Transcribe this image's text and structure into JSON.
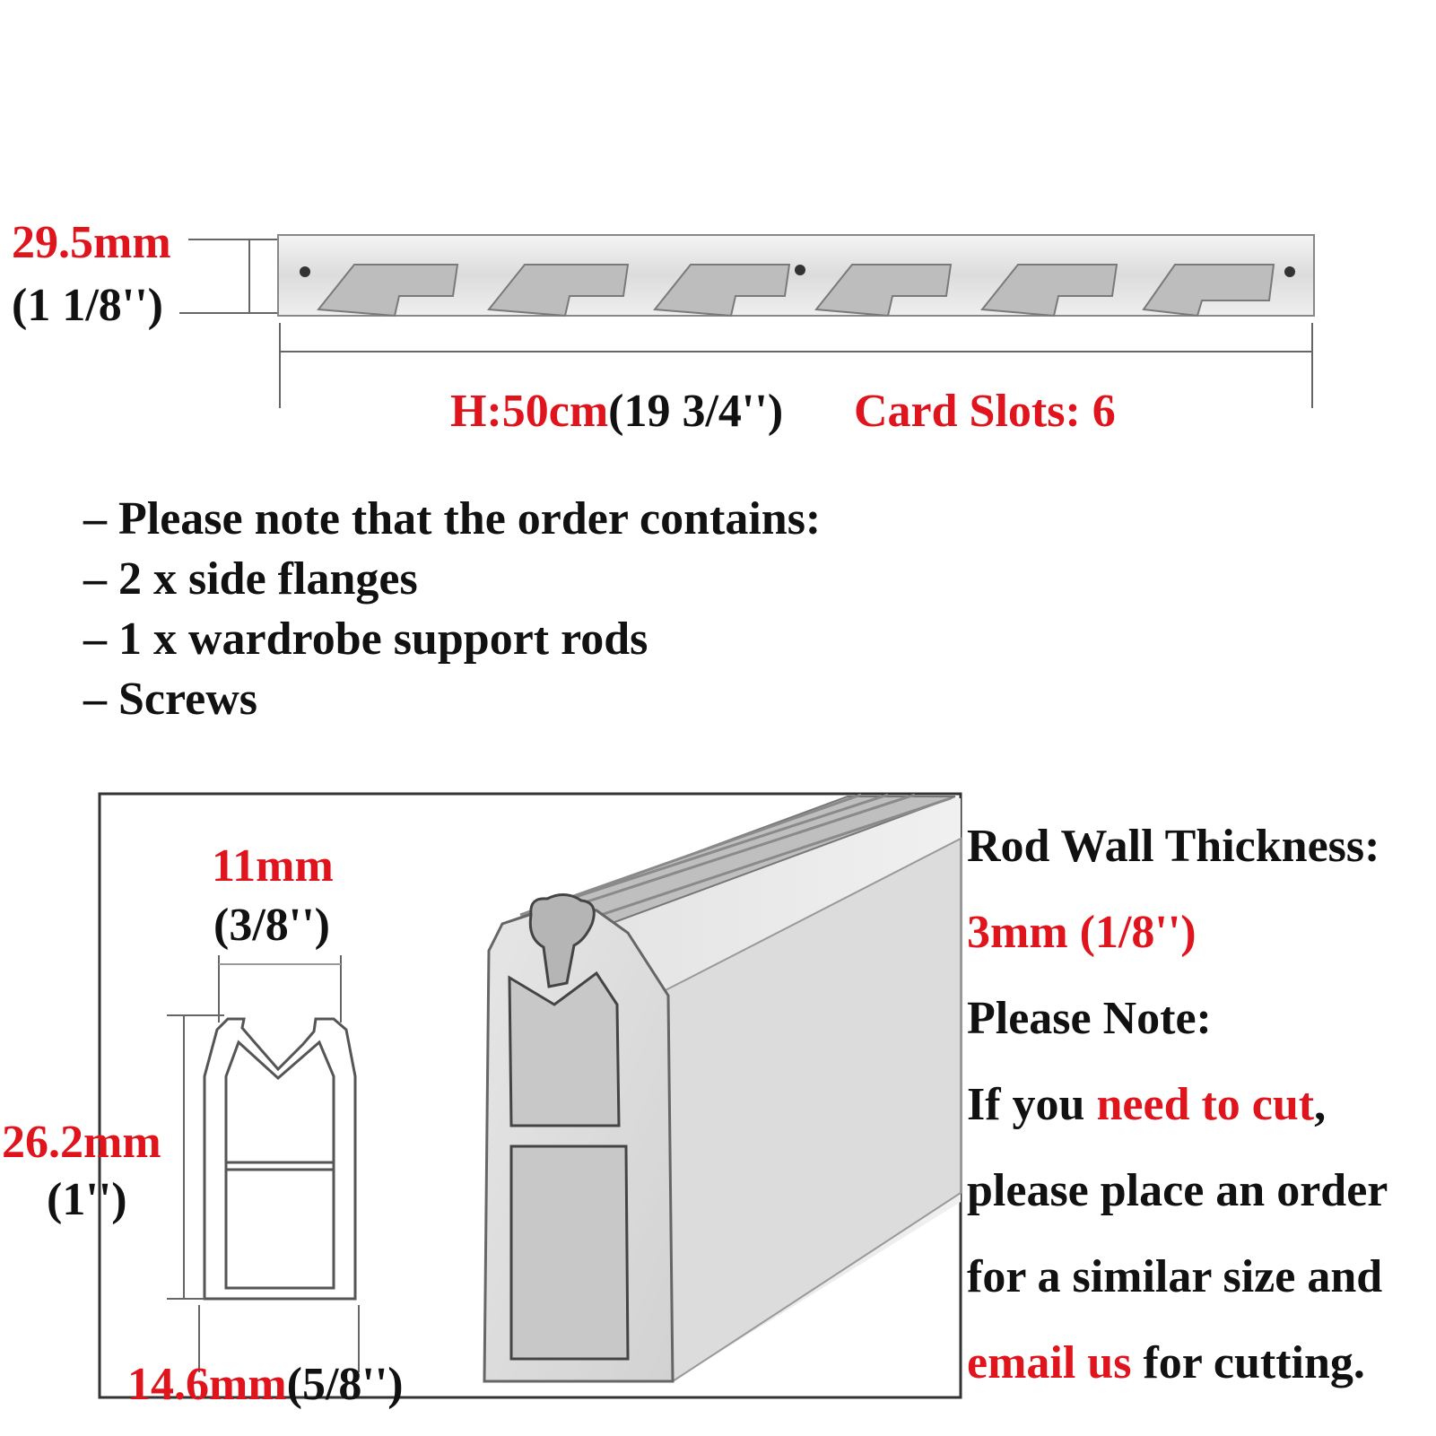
{
  "colors": {
    "accent_red": "#e0141c",
    "text": "#111111",
    "drawing_line": "#555555"
  },
  "flange": {
    "height_mm": "29.5mm",
    "height_in": "(1 1/8'')",
    "length_label": "H:50cm",
    "length_in": "(19 3/4'')",
    "card_slots": "Card Slots: 6",
    "slot_count": 6
  },
  "contents": {
    "heading": "– Please note that the order contains:",
    "items": [
      "– 2 x side flanges",
      "– 1  x wardrobe support rods",
      "– Screws"
    ]
  },
  "rod_profile": {
    "width_mm": "11mm",
    "width_in": "(3/8'')",
    "height_mm": "26.2mm",
    "height_in": "(1'')",
    "base_mm": "14.6mm",
    "base_in": "(5/8'')"
  },
  "notes": {
    "wall_title": "Rod Wall Thickness:",
    "wall_value": "3mm (1/8'')",
    "note_title": "Please Note:",
    "line1_a": "If you ",
    "line1_b": "need to cut",
    "line1_c": ",",
    "line2": "please place an order",
    "line3": "for a similar size and",
    "line4_a": "email us",
    "line4_b": " for cutting."
  }
}
